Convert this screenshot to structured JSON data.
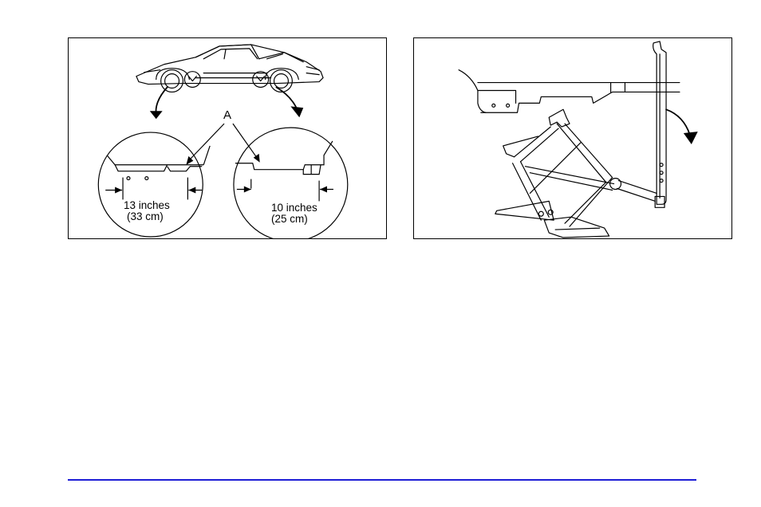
{
  "figures": {
    "jack_point_locations": {
      "callout_letter": "A",
      "front_distance": {
        "imperial": "13 inches",
        "metric": "(33 cm)"
      },
      "rear_distance": {
        "imperial": "10 inches",
        "metric": "(25 cm)"
      }
    },
    "jack_operation": {}
  },
  "colors": {
    "footer_rule": "#1d1dd6",
    "line_art": "#000000"
  }
}
